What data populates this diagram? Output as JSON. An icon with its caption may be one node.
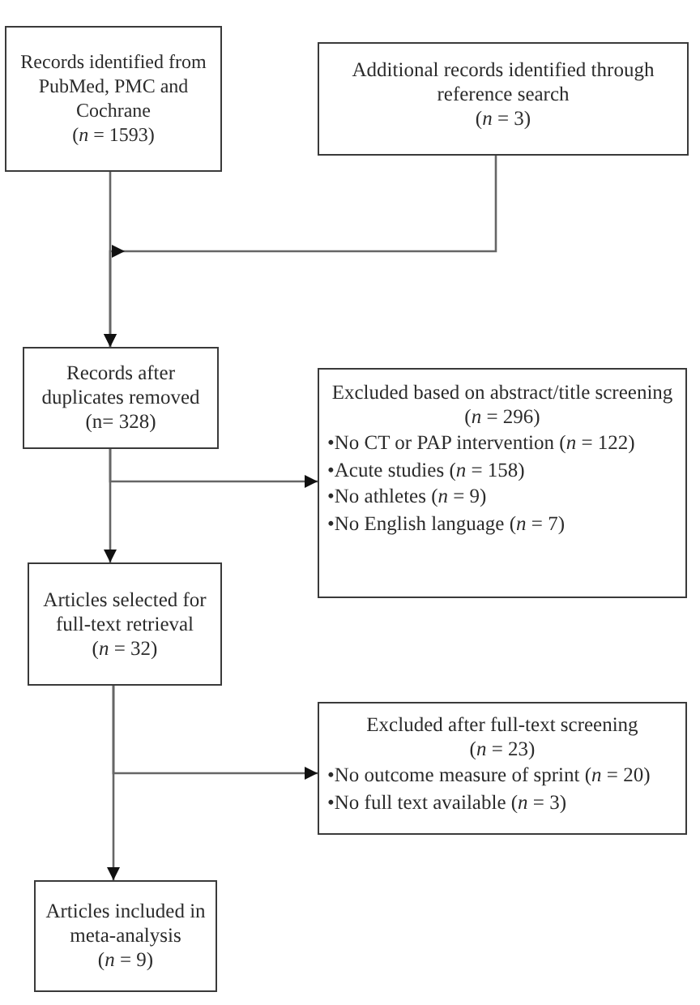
{
  "diagram": {
    "nodes": [
      {
        "text": [
          "Records identified from PubMed, PMC and Cochrane",
          "(*n* = 1593)"
        ]
      },
      {
        "text": [
          "Additional records identified through reference search",
          "(*n* = 3)"
        ]
      },
      {
        "text": [
          "Records after duplicates removed",
          "(n= 328)"
        ]
      },
      {
        "text": [
          "Excluded based on abstract/title screening",
          "(*n* = 296)",
          "•No CT or PAP intervention (*n* = 122)",
          "•Acute studies (*n* = 158)",
          "•No athletes (*n* = 9)",
          "•No English language (*n* = 7)"
        ]
      },
      {
        "text": [
          "Articles selected for full-text retrieval",
          "(*n* = 32)"
        ]
      },
      {
        "text": [
          "Excluded after full-text screening",
          "(*n* = 23)",
          "•No outcome measure of sprint (*n* = 20)",
          "•No full text available (*n* = 3)"
        ]
      },
      {
        "text": [
          "Articles included in meta-analysis",
          "(*n* = 9)"
        ]
      }
    ],
    "edges": [
      {
        "from": 0,
        "to": 2,
        "arrow": "to"
      },
      {
        "from": 1,
        "to": 2,
        "arrow": "to"
      },
      {
        "from": 2,
        "to": 4,
        "arrow": "to"
      },
      {
        "from": 2,
        "to": 3,
        "arrow": "to"
      },
      {
        "from": 4,
        "to": 6,
        "arrow": "to"
      },
      {
        "from": 4,
        "to": 5,
        "arrow": "to"
      }
    ]
  }
}
